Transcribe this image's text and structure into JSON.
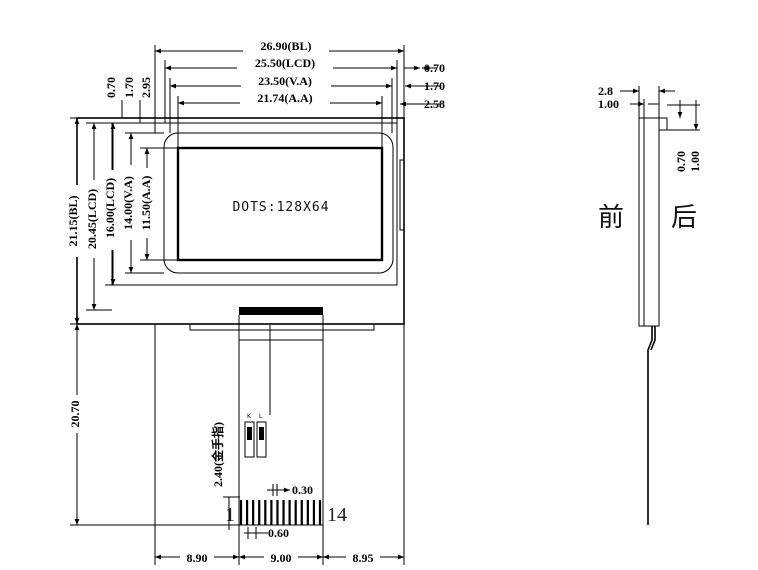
{
  "front_view": {
    "panel_label": "DOTS:128X64",
    "pin_first": "1",
    "pin_last": "14",
    "gold_finger_label": "2.40(金手指)"
  },
  "dimensions": {
    "width_bl": "26.90(BL)",
    "width_lcd": "25.50(LCD)",
    "width_va": "23.50(V.A)",
    "width_aa": "21.74(A.A)",
    "right_070": "0.70",
    "right_170": "1.70",
    "right_258": "2.58",
    "top_070": "0.70",
    "top_170": "1.70",
    "top_295": "2.95",
    "height_bl": "21.15(BL)",
    "height_lcd": "20.45(LCD)",
    "height_1600": "16.00(LCD)",
    "height_va": "14.00(V.A)",
    "height_aa": "11.50(A.A)",
    "tail_length": "20.70",
    "pitch_030": "0.30",
    "pitch_060": "0.60",
    "bottom_left": "8.90",
    "bottom_mid": "9.00",
    "bottom_right": "8.95"
  },
  "side_view": {
    "dim_28": "2.8",
    "dim_100a": "1.00",
    "dim_070": "0.70",
    "dim_100b": "1.00",
    "front_label": "前",
    "back_label": "后"
  }
}
